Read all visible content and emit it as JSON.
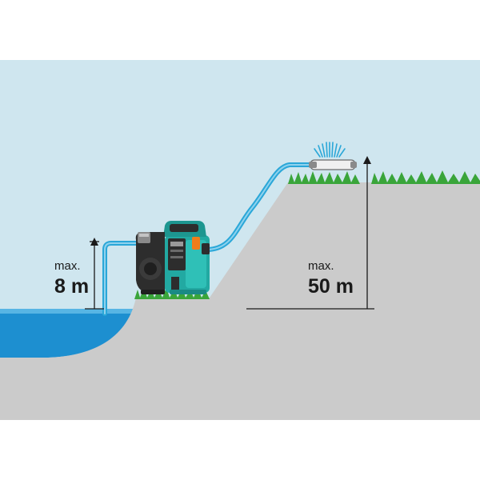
{
  "diagram": {
    "suction_height": {
      "prefix": "max.",
      "value": "8 m"
    },
    "delivery_height": {
      "prefix": "max.",
      "value": "50 m"
    }
  },
  "colors": {
    "sky": "#cfe6ef",
    "ground": "#cbcbcb",
    "water": "#1d8fd0",
    "hose": "#2aa7d8",
    "grass": "#3aa53a",
    "pump_teal": "#22a9a2",
    "pump_dark": "#2d2d2d",
    "accent_orange": "#ef7d1a",
    "dimension_line": "#1a1a1a"
  }
}
